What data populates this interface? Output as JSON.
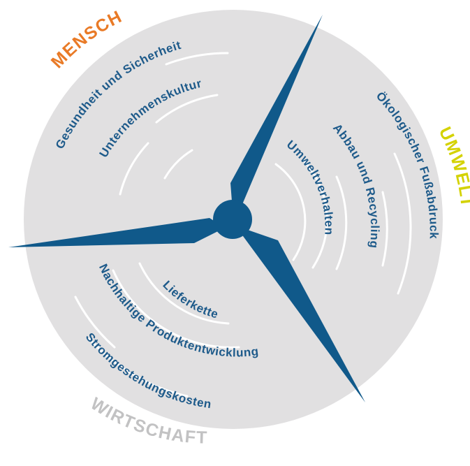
{
  "colors": {
    "disc": "#e1e0e1",
    "rings": "#ffffff",
    "blades": "#10598a",
    "topic_text": "#1d5a8a",
    "mensch": "#e97a26",
    "umwelt": "#d4d200",
    "wirtschaft": "#c2c2c3"
  },
  "categories": {
    "mensch": "MENSCH",
    "umwelt": "UMWELT",
    "wirtschaft": "WIRTSCHAFT"
  },
  "topics": {
    "gesundheit": "Gesundheit und Sicherheit",
    "unternehmenskultur": "Unternehmenskultur",
    "oekologischer_fussabdruck": "Ökologischer Fußabdruck",
    "abbau_recycling": "Abbau und Recycling",
    "umweltverhalten": "Umweltverhalten",
    "lieferkette": "Lieferkette",
    "produktentwicklung": "Nachhaltige Produktentwicklung",
    "stromgestehungskosten": "Stromgestehungskosten"
  }
}
